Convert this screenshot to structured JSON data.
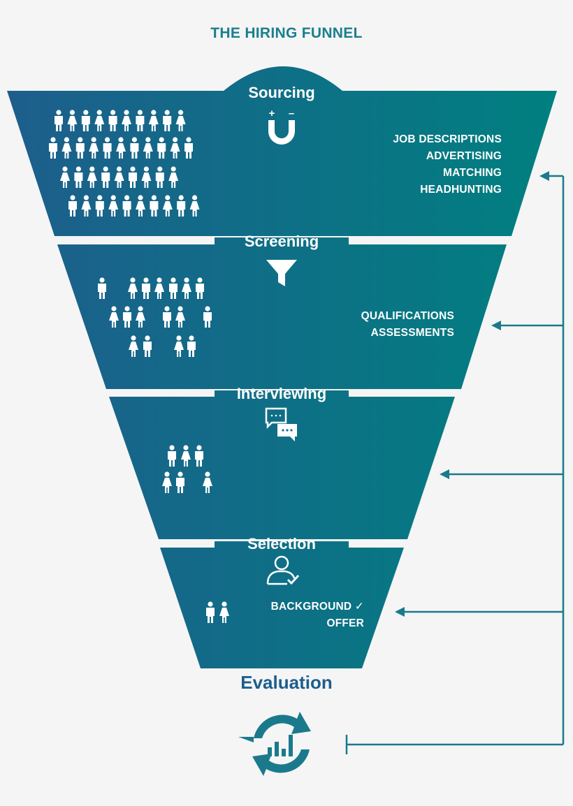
{
  "title": "THE HIRING FUNNEL",
  "colors": {
    "gradient_start": "#1d5e8c",
    "gradient_end": "#008080",
    "arrow": "#1a7a8c",
    "evaluation_text": "#1d5e8c",
    "title_text": "#1a7f8e",
    "background": "#f5f5f5"
  },
  "stages": [
    {
      "name": "Sourcing",
      "icon": "magnet-icon",
      "items": [
        "JOB DESCRIPTIONS",
        "ADVERTISING",
        "MATCHING",
        "HEADHUNTING"
      ],
      "people_count": 40
    },
    {
      "name": "Screening",
      "icon": "funnel-filter-icon",
      "items": [
        "QUALIFICATIONS",
        "ASSESSMENTS"
      ],
      "people_count": 17
    },
    {
      "name": "Interviewing",
      "icon": "chat-bubbles-icon",
      "items": [],
      "people_count": 6
    },
    {
      "name": "Selection",
      "icon": "user-check-icon",
      "items": [
        "BACKGROUND ✓",
        "OFFER"
      ],
      "people_count": 2
    }
  ],
  "evaluation": {
    "label": "Evaluation",
    "icon": "cycle-chart-icon"
  }
}
